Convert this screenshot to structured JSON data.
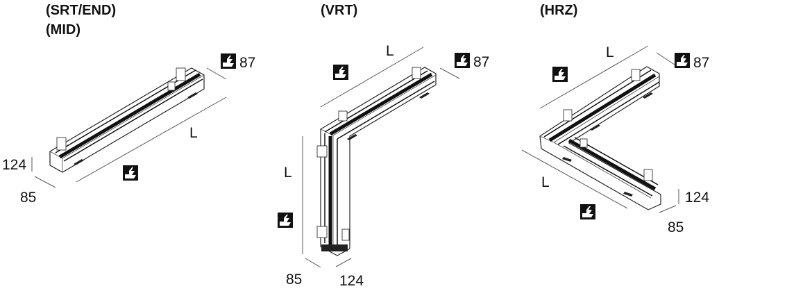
{
  "labels": {
    "srt_end": "(SRT/END)",
    "mid": "(MID)",
    "vrt": "(VRT)",
    "hrz": "(HRZ)"
  },
  "dims": {
    "length": "L",
    "depth": "87",
    "height": "124",
    "width": "85"
  },
  "icons": [
    "light-emission-icon"
  ]
}
